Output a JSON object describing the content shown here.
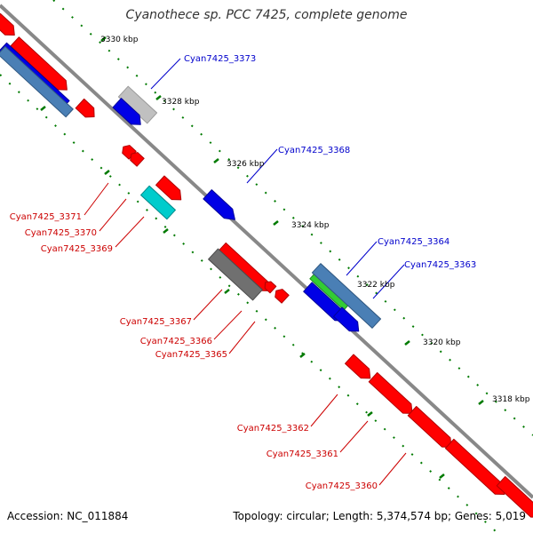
{
  "title": "Cyanothece sp. PCC 7425, complete genome",
  "footer": {
    "accession": "Accession: NC_011884",
    "summary": "Topology: circular; Length: 5,374,574 bp; Genes: 5,019"
  },
  "ruler_labels": [
    "3330 kbp",
    "3328 kbp",
    "3326 kbp",
    "3324 kbp",
    "3322 kbp",
    "3320 kbp",
    "3318 kbp"
  ],
  "gene_labels": {
    "forward": [
      "Cyan7425_3373",
      "Cyan7425_3368",
      "Cyan7425_3364",
      "Cyan7425_3363"
    ],
    "reverse": [
      "Cyan7425_3371",
      "Cyan7425_3370",
      "Cyan7425_3369",
      "Cyan7425_3367",
      "Cyan7425_3366",
      "Cyan7425_3365",
      "Cyan7425_3362",
      "Cyan7425_3361",
      "Cyan7425_3360"
    ]
  },
  "colors": {
    "forward_label": "#0000cc",
    "reverse_label": "#cc0000",
    "gene_red": "#ff0000",
    "gene_blue": "#0000e6",
    "gene_steelblue": "#4a7fb5",
    "gene_green": "#33cc33",
    "gene_cyan": "#00cccc",
    "gene_gray": "#c0c0c0",
    "gene_darkgray": "#707070",
    "tick_green": "#007a00",
    "backbone": "#888888"
  }
}
